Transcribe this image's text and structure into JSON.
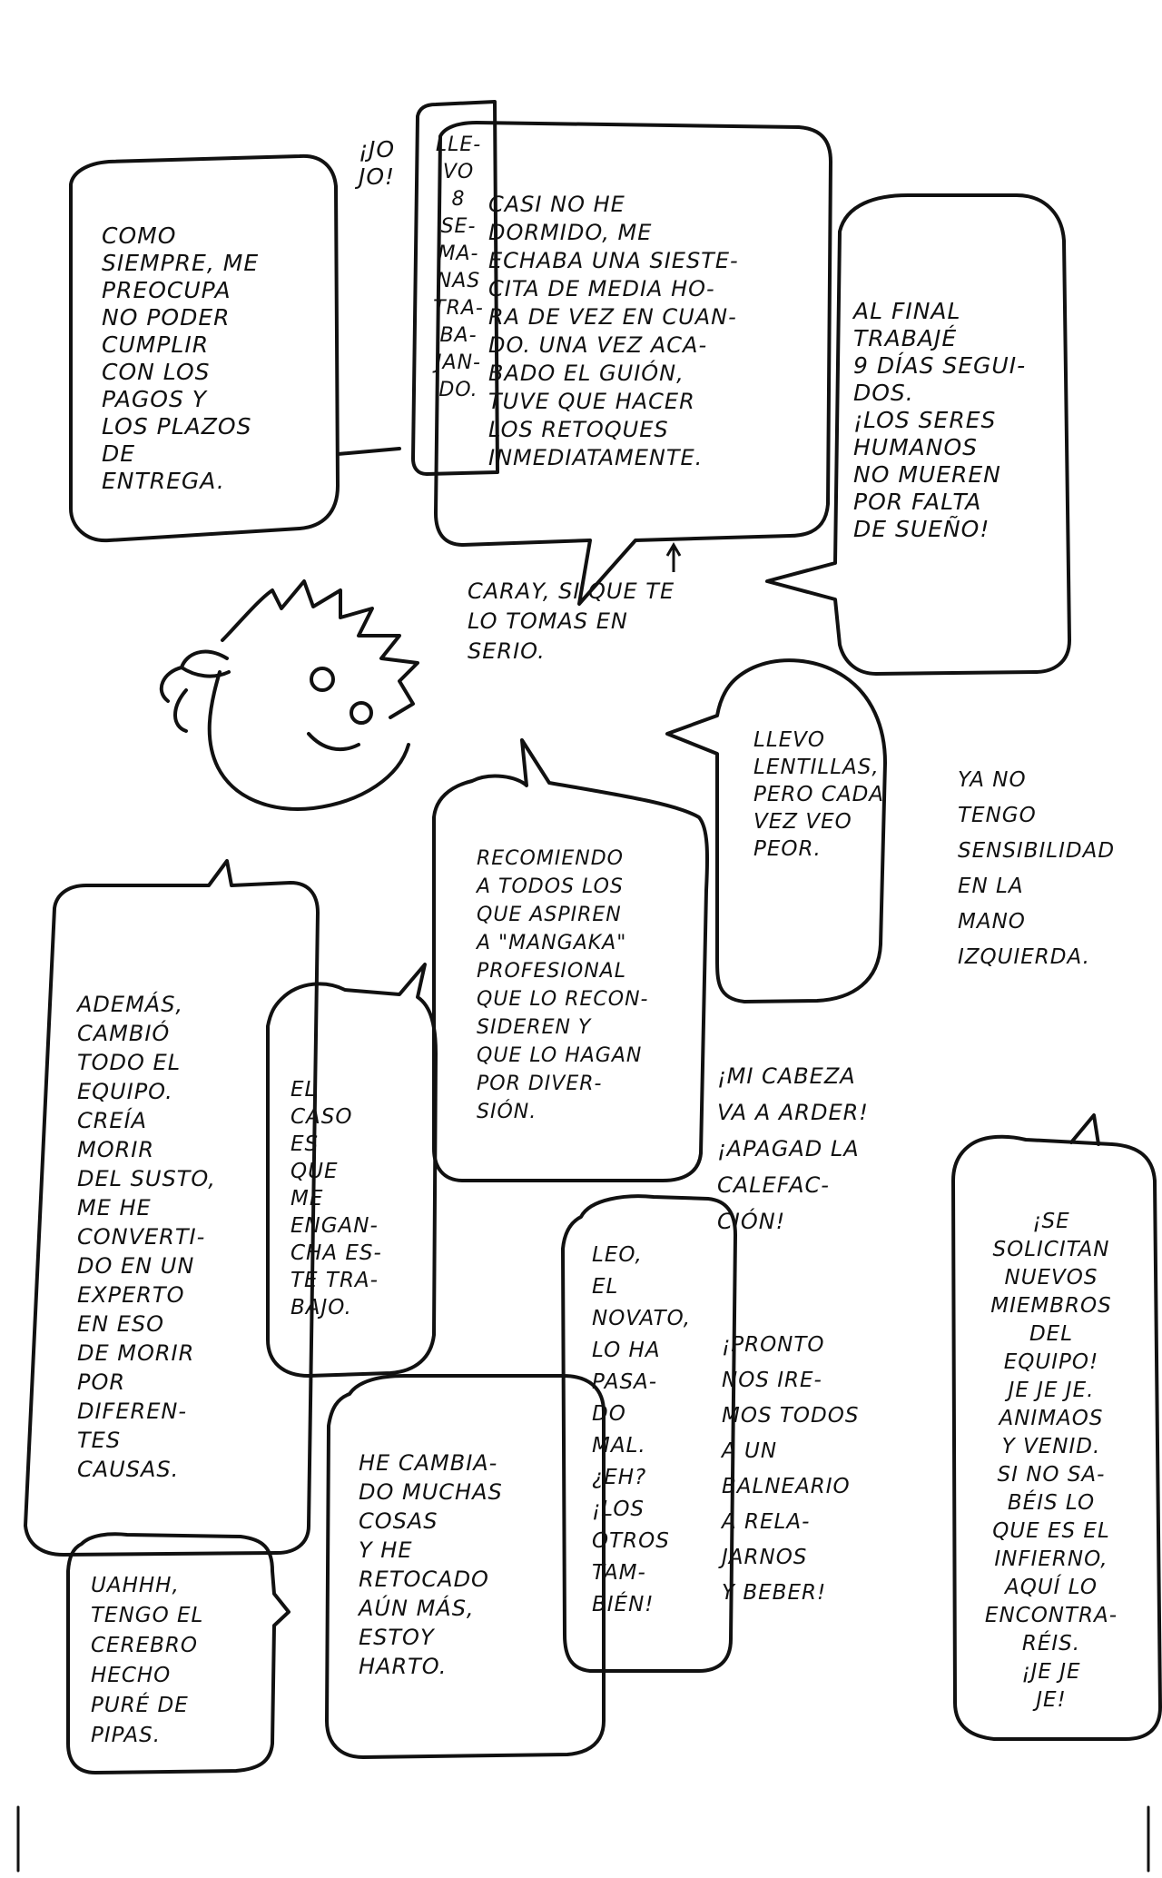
{
  "balloons": {
    "b1": "COMO\nSIEMPRE, ME\nPREOCUPA\nNO PODER\nCUMPLIR\nCON LOS\nPAGOS Y\nLOS PLAZOS\nDE\nENTREGA.",
    "b2": "¡JO\nJO!",
    "b3": "LLE-\nVO\n8\nSE-\nMA-\nNAS\nTRA-\nBA-\nJAN-\nDO.",
    "b4": "CASI NO HE\nDORMIDO, ME\nECHABA UNA SIESTE-\nCITA DE MEDIA HO-\nRA DE VEZ EN CUAN-\nDO. UNA VEZ ACA-\nBADO EL GUIÓN,\nTUVE QUE HACER\nLOS RETOQUES\nINMEDIATAMENTE.",
    "b5": "AL FINAL\nTRABAJÉ\n9 DÍAS SEGUI-\nDOS.\n¡LOS SERES\nHUMANOS\nNO MUEREN\nPOR FALTA\nDE SUEÑO!",
    "b6": "CARAY, SI QUE TE\nLO TOMAS EN\nSERIO.",
    "b7": "LLEVO\nLENTILLAS,\nPERO CADA\nVEZ VEO\nPEOR.",
    "b8": "YA NO\nTENGO\nSENSIBILIDAD\nEN LA\nMANO\nIZQUIERDA.",
    "b9": "RECOMIENDO\nA TODOS LOS\nQUE ASPIREN\nA \"MANGAKA\"\nPROFESIONAL\nQUE LO RECON-\nSIDEREN Y\nQUE LO HAGAN\nPOR DIVER-\nSIÓN.",
    "b10": "ADEMÁS,\nCAMBIÓ\nTODO EL\nEQUIPO.\nCREÍA\nMORIR\nDEL SUSTO,\nME HE\nCONVERTI-\nDO EN UN\nEXPERTO\nEN ESO\nDE MORIR\nPOR\nDIFEREN-\nTES\nCAUSAS.",
    "b11": "EL\nCASO\nES\nQUE\nME\nENGAN-\nCHA ES-\nTE TRA-\nBAJO.",
    "b12": "¡MI CABEZA\nVA A ARDER!\n¡APAGAD LA\nCALEFAC-\nCIÓN!",
    "b13": "LEO,\nEL\nNOVATO,\nLO HA\nPASA-\nDO\nMAL.\n¿EH?\n¡LOS\nOTROS\nTAM-\nBIÉN!",
    "b14": "¡PRONTO\nNOS IRE-\nMOS TODOS\nA UN\nBALNEARIO\nA RELA-\nJARNOS\nY BEBER!",
    "b15": "¡SE\nSOLICITAN\nNUEVOS\nMIEMBROS\nDEL\nEQUIPO!\nJE JE JE.\nANIMAOS\nY VENID.\nSI NO SA-\nBÉIS LO\nQUE ES EL\nINFIERNO,\nAQUÍ LO\nENCONTRA-\nRÉIS.\n¡JE JE\nJE!",
    "b16": "HE CAMBIA-\nDO MUCHAS\nCOSAS\nY HE\nRETOCADO\nAÚN MÁS,\nESTOY\nHARTO.",
    "b17": "UAHHH,\nTENGO EL\nCEREBRO\nHECHO\nPURÉ DE\nPIPAS."
  },
  "colors": {
    "ink": "#111111",
    "paper": "#ffffff"
  }
}
